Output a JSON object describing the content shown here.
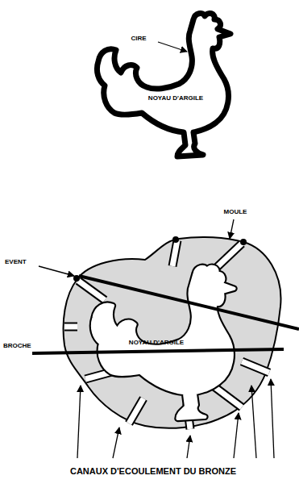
{
  "diagram": {
    "labels": [
      "CIRE",
      "NOYAU D'ARGILE",
      "MOULE",
      "EVENT",
      "BROCHE",
      "NOYAU D'ARGILE",
      "CANAUX D'ECOULEMENT DU BRONZE"
    ]
  }
}
